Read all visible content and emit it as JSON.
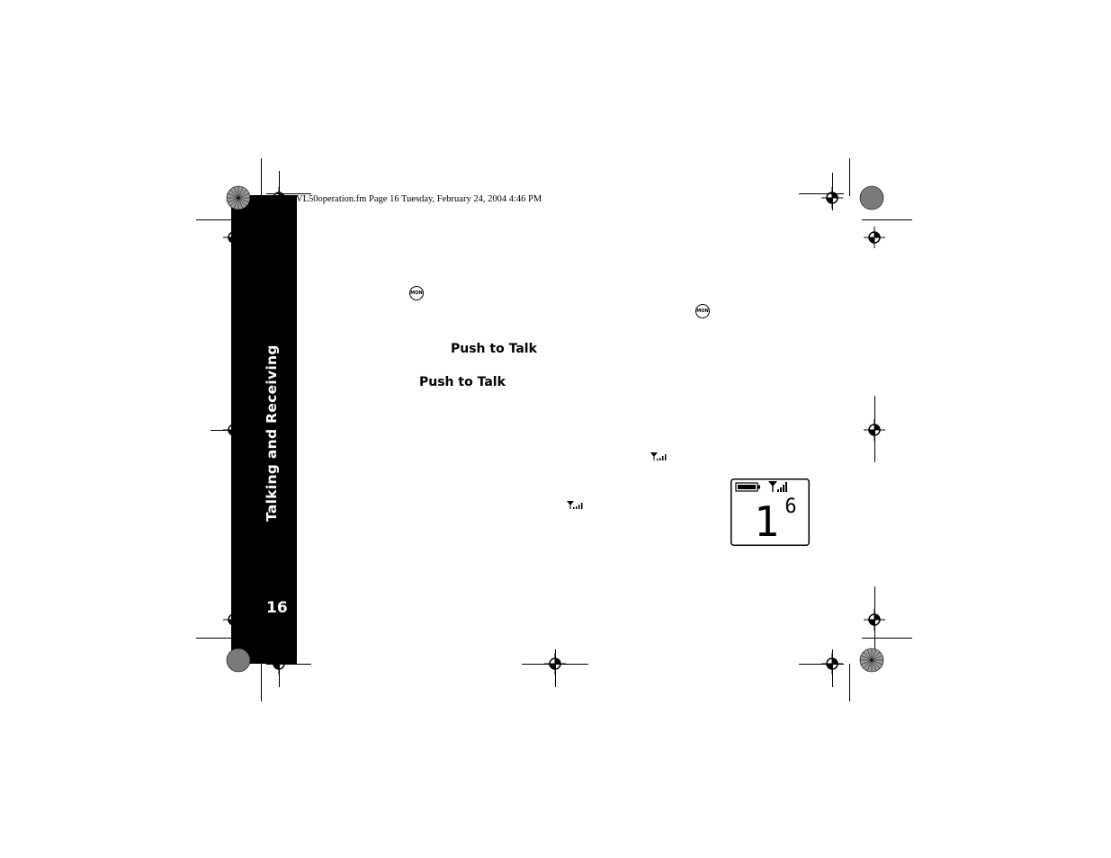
{
  "header": {
    "text": "VL50operation.fm  Page 16  Tuesday, February 24, 2004  4:46 PM"
  },
  "sidebar": {
    "title": "Talking and Receiving",
    "page_number": "16"
  },
  "body": {
    "mon_button_label": "MON",
    "push_to_talk_1": "Push to Talk",
    "push_to_talk_2": "Push to Talk"
  },
  "lcd": {
    "channel_digit_large": "1",
    "channel_digit_small": "6"
  },
  "icons": [
    "mon-button-icon",
    "signal-strength-icon",
    "battery-icon",
    "registration-mark-icon"
  ]
}
